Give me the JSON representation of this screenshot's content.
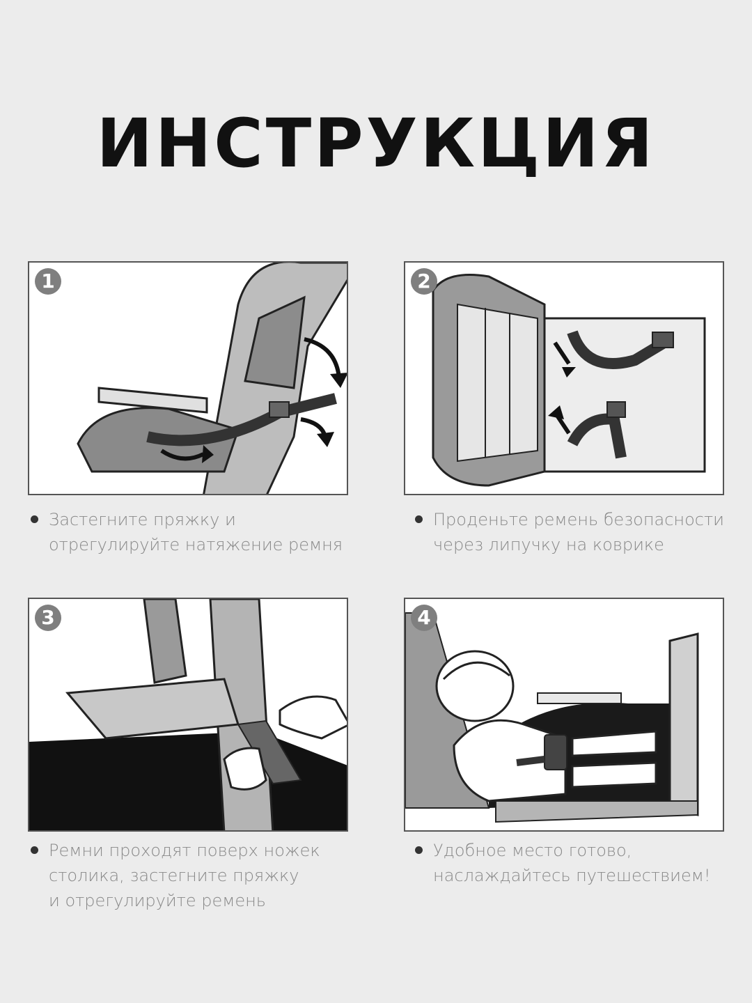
{
  "title": "ИНСТРУКЦИЯ",
  "steps": [
    {
      "number": "1",
      "lines": [
        "Застегните пряжку и",
        "отрегулируйте натяжение ремня"
      ]
    },
    {
      "number": "2",
      "lines": [
        "Проденьте ремень безопасности",
        "через липучку на коврике"
      ]
    },
    {
      "number": "3",
      "lines": [
        "Ремни проходят поверх ножек",
        "столика, застегните пряжку",
        "и отрегулируйте ремень"
      ]
    },
    {
      "number": "4",
      "lines": [
        "Удобное место готово,",
        "наслаждайтесь путешествием!"
      ]
    }
  ],
  "colors": {
    "background": "#ececec",
    "strap": "#3a3a3a",
    "seat": "#9a9a9a",
    "number_badge": "#7f7f7f"
  }
}
